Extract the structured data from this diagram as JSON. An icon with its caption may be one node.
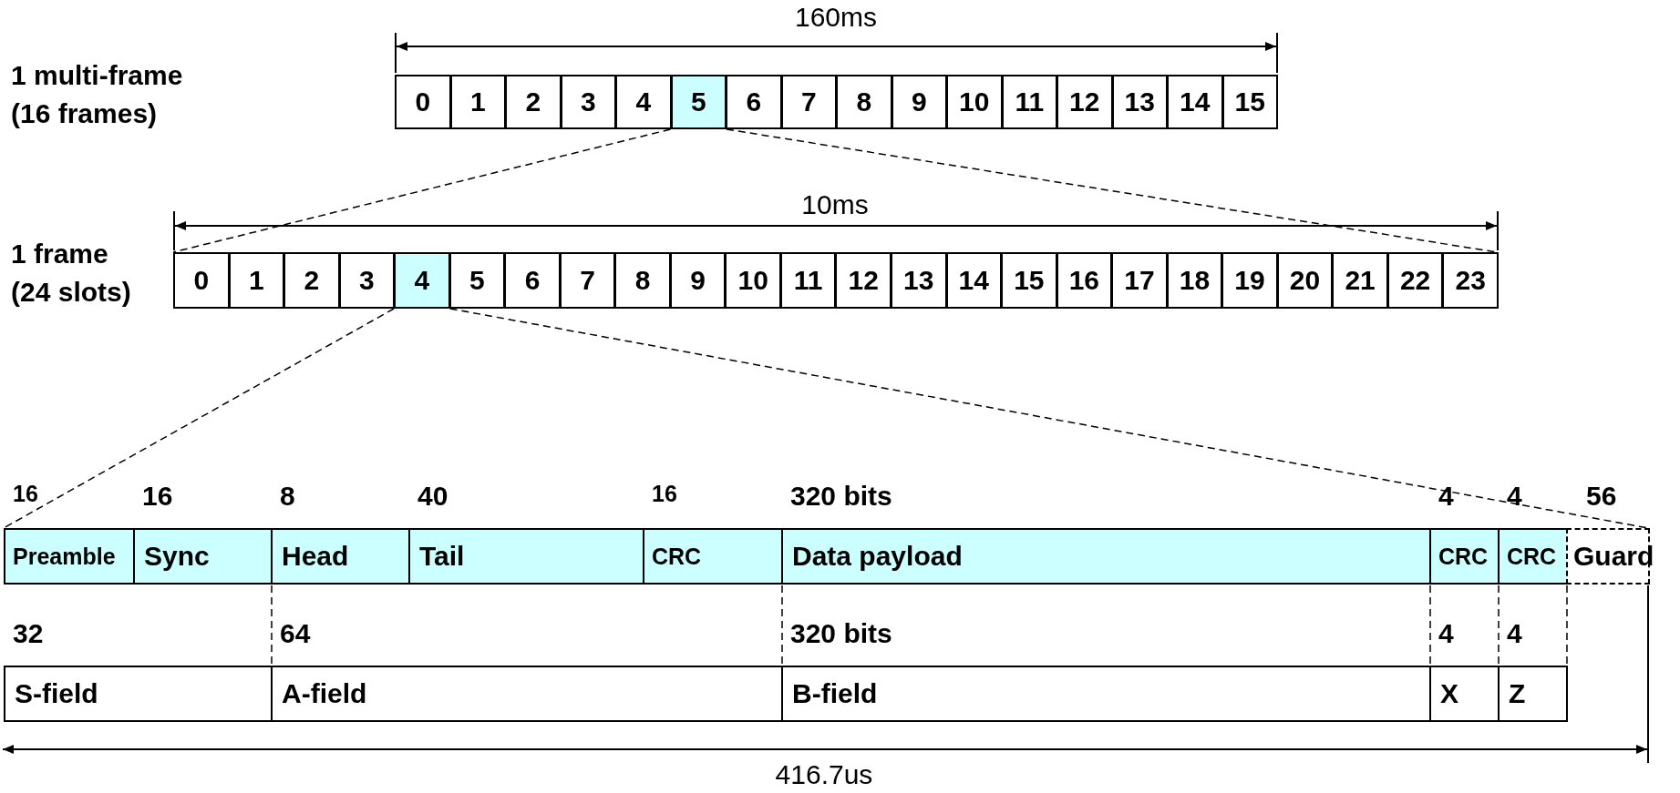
{
  "diagram": {
    "nodes": [
      {
        "text": [
          "0"
        ]
      },
      {
        "text": [
          "1"
        ]
      },
      {
        "text": [
          "2"
        ]
      },
      {
        "text": [
          "3"
        ]
      },
      {
        "text": [
          "4"
        ]
      },
      {
        "text": [
          "5"
        ]
      },
      {
        "text": [
          "6"
        ]
      },
      {
        "text": [
          "7"
        ]
      },
      {
        "text": [
          "8"
        ]
      },
      {
        "text": [
          "9"
        ]
      },
      {
        "text": [
          "10"
        ]
      },
      {
        "text": [
          "11"
        ]
      },
      {
        "text": [
          "12"
        ]
      },
      {
        "text": [
          "13"
        ]
      },
      {
        "text": [
          "14"
        ]
      },
      {
        "text": [
          "15"
        ]
      },
      {
        "text": [
          "0"
        ]
      },
      {
        "text": [
          "1"
        ]
      },
      {
        "text": [
          "2"
        ]
      },
      {
        "text": [
          "3"
        ]
      },
      {
        "text": [
          "4"
        ]
      },
      {
        "text": [
          "5"
        ]
      },
      {
        "text": [
          "6"
        ]
      },
      {
        "text": [
          "7"
        ]
      },
      {
        "text": [
          "8"
        ]
      },
      {
        "text": [
          "9"
        ]
      },
      {
        "text": [
          "10"
        ]
      },
      {
        "text": [
          "11"
        ]
      },
      {
        "text": [
          "12"
        ]
      },
      {
        "text": [
          "13"
        ]
      },
      {
        "text": [
          "14"
        ]
      },
      {
        "text": [
          "15"
        ]
      },
      {
        "text": [
          "16"
        ]
      },
      {
        "text": [
          "17"
        ]
      },
      {
        "text": [
          "18"
        ]
      },
      {
        "text": [
          "19"
        ]
      },
      {
        "text": [
          "20"
        ]
      },
      {
        "text": [
          "21"
        ]
      },
      {
        "text": [
          "22"
        ]
      },
      {
        "text": [
          "23"
        ]
      },
      {
        "text": [
          "Preamble"
        ],
        "beside": [
          "16"
        ]
      },
      {
        "text": [
          "Sync"
        ],
        "beside": [
          "16"
        ]
      },
      {
        "text": [
          "Head"
        ],
        "beside": [
          "8"
        ]
      },
      {
        "text": [
          "Tail"
        ],
        "beside": [
          "40"
        ]
      },
      {
        "text": [
          "CRC"
        ],
        "beside": [
          "16"
        ]
      },
      {
        "text": [
          "Data payload"
        ],
        "beside": [
          "320 bits"
        ]
      },
      {
        "text": [
          "CRC"
        ],
        "beside": [
          "4"
        ]
      },
      {
        "text": [
          "CRC"
        ],
        "beside": [
          "4"
        ]
      },
      {
        "text": [
          "Guard"
        ],
        "beside": [
          "56"
        ]
      },
      {
        "text": [
          "S-field"
        ],
        "beside": [
          "32"
        ]
      },
      {
        "text": [
          "A-field"
        ],
        "beside": [
          "64"
        ]
      },
      {
        "text": [
          "B-field"
        ],
        "beside": [
          "320 bits"
        ]
      },
      {
        "text": [
          "X"
        ],
        "beside": [
          "4"
        ]
      },
      {
        "text": [
          "Z"
        ],
        "beside": [
          "4"
        ]
      }
    ],
    "edges": [
      {
        "from": 5,
        "to": 16,
        "arrow": "none",
        "style": "dashed"
      },
      {
        "from": 5,
        "to": 39,
        "arrow": "none",
        "style": "dashed"
      },
      {
        "from": 20,
        "to": 40,
        "arrow": "none",
        "style": "dashed"
      },
      {
        "from": 20,
        "to": 48,
        "arrow": "none",
        "style": "dashed"
      }
    ],
    "labels": [
      "160ms",
      "1 multi-frame (16 frames)",
      "10ms",
      "1 frame (24 slots)",
      "416.7us"
    ]
  }
}
